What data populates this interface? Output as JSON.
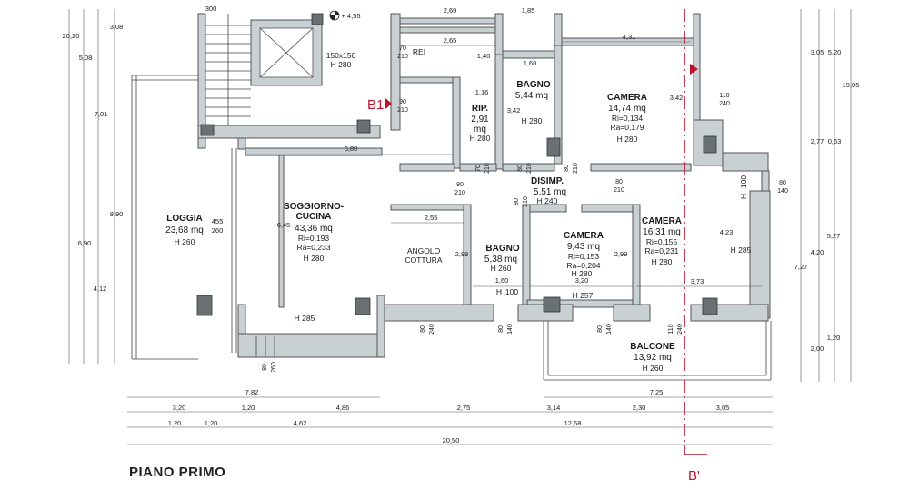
{
  "title": "PIANO PRIMO",
  "section": {
    "top_label": "B1",
    "bottom_label": "B'"
  },
  "colors": {
    "wall": "#c8d0d4",
    "pillar": "#6b7074",
    "section_line": "#c0122b"
  },
  "elevation": "+ 4,55",
  "rooms": {
    "loggia": {
      "name": "LOGGIA",
      "area": "23,68 mq",
      "height": "H 260"
    },
    "soggiorno": {
      "name1": "SOGGIORNO-",
      "name2": "CUCINA",
      "area": "43,36 mq",
      "ri": "Ri=0,193",
      "ra": "Ra=0,233",
      "height": "H 280",
      "height2": "H 285"
    },
    "angolo": {
      "line1": "ANGOLO",
      "line2": "COTTURA"
    },
    "rip": {
      "name": "RIP.",
      "area1": "2,91",
      "area2": "mq",
      "height": "H 280"
    },
    "bagno1": {
      "name": "BAGNO",
      "area": "5,44 mq",
      "height": "H 280"
    },
    "camera1": {
      "name": "CAMERA",
      "area": "14,74 mq",
      "ri": "Ri=0,134",
      "ra": "Ra=0,179",
      "height": "H 280"
    },
    "disimp": {
      "name": "DISIMP.",
      "area": "5,51 mq",
      "height": "H 240"
    },
    "bagno2": {
      "name": "BAGNO",
      "area": "5,38 mq",
      "height": "H 260"
    },
    "camera2": {
      "name": "CAMERA",
      "area": "9,43 mq",
      "ri": "Ri=0,153",
      "ra": "Ra=0,204",
      "height": "H 280"
    },
    "camera3": {
      "name": "CAMERA",
      "area": "16,31 mq",
      "ri": "Ri=0,155",
      "ra": "Ra=0,231",
      "height": "H 280"
    },
    "balcone": {
      "name": "BALCONE",
      "area": "13,92 mq",
      "height": "H 260"
    },
    "stair": {
      "size": "150x150",
      "height": "H 280"
    },
    "rei": {
      "name": "REI"
    }
  },
  "heights_extra": {
    "hb100_a": "H",
    "hb100_b": "100",
    "h257": "H 257",
    "h285_right": "H 285",
    "hb100_right": "H",
    "hb100_right_b": "100"
  },
  "dims_top": [
    "2,69",
    "1,85",
    "2,65",
    "1,40",
    "1,68",
    "4,31",
    "1,16",
    "3,42",
    "3,42",
    "6,80",
    "2,55",
    "6,45",
    "2,99",
    "1,60",
    "3,20",
    "2,99",
    "3,73",
    "4,23",
    "455",
    "260",
    "300"
  ],
  "doors": [
    "70",
    "210",
    "90",
    "210",
    "80",
    "210",
    "70",
    "210",
    "80",
    "210",
    "80",
    "210",
    "80",
    "210",
    "80",
    "210",
    "80",
    "240",
    "80",
    "140",
    "80",
    "140",
    "110",
    "240",
    "80",
    "260",
    "110",
    "240",
    "80",
    "140"
  ],
  "dims_bottom": {
    "row1": [
      "7,82",
      "7,25"
    ],
    "row2": [
      "3,20",
      "1,20",
      "4,86",
      "2,75",
      "3,14",
      "2,30",
      "3,05"
    ],
    "row3": [
      "1,20",
      "1,20",
      "4,62",
      "12,68"
    ],
    "row4": [
      "20,50"
    ]
  },
  "dims_left": [
    "20,20",
    "5,08",
    "3,08",
    "7,01",
    "8,90",
    "6,90",
    "4,12"
  ],
  "dims_right": [
    "3,05",
    "5,20",
    "19,05",
    "2,77",
    "0,63",
    "5,27",
    "4,20",
    "7,27",
    "1,20",
    "2,00"
  ]
}
